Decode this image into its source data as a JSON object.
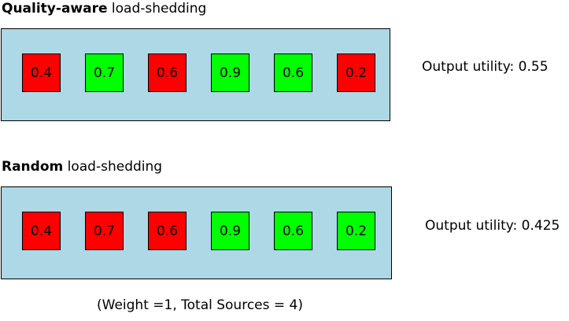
{
  "colors": {
    "good": "#00ff00",
    "bad": "#ff0000",
    "panel": "#add8e6"
  },
  "sections": [
    {
      "strategy": "Quality-aware",
      "suffix": " load-shedding",
      "utility_text": "Output utility: 0.55",
      "items": [
        {
          "value": "0.4",
          "kept": false
        },
        {
          "value": "0.7",
          "kept": true
        },
        {
          "value": "0.6",
          "kept": false
        },
        {
          "value": "0.9",
          "kept": true
        },
        {
          "value": "0.6",
          "kept": true
        },
        {
          "value": "0.2",
          "kept": false
        }
      ]
    },
    {
      "strategy": "Random",
      "suffix": " load-shedding",
      "utility_text": "Output utility: 0.425",
      "items": [
        {
          "value": "0.4",
          "kept": false
        },
        {
          "value": "0.7",
          "kept": false
        },
        {
          "value": "0.6",
          "kept": false
        },
        {
          "value": "0.9",
          "kept": true
        },
        {
          "value": "0.6",
          "kept": true
        },
        {
          "value": "0.2",
          "kept": true
        }
      ]
    }
  ],
  "footnote": "(Weight =1, Total Sources = 4)"
}
